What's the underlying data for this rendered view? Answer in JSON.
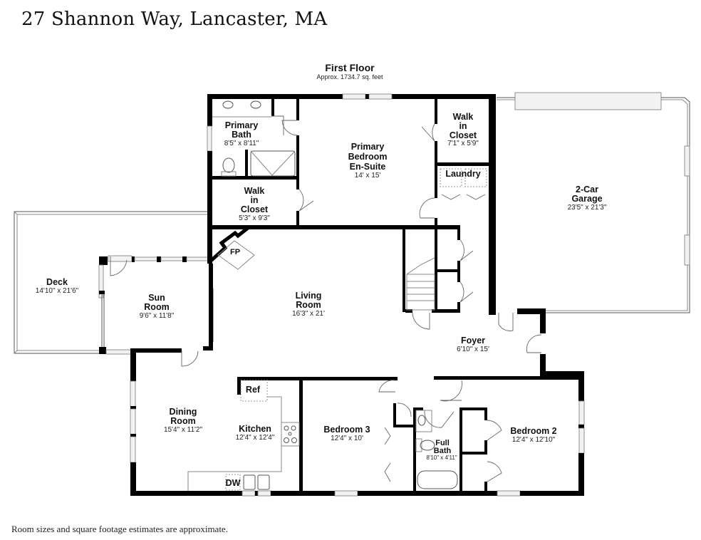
{
  "header": {
    "address": "27 Shannon Way, Lancaster, MA"
  },
  "floor": {
    "title": "First Floor",
    "area": "Approx. 1734.7 sq. feet"
  },
  "rooms": {
    "primary_bath": {
      "name_lines": [
        "Primary",
        "Bath"
      ],
      "dims": "8'5\" x 8'11\""
    },
    "primary_bedroom": {
      "name_lines": [
        "Primary",
        "Bedroom",
        "En-Suite"
      ],
      "dims": "14' x 15'"
    },
    "walk_in_closet_1": {
      "name_lines": [
        "Walk",
        "in",
        "Closet"
      ],
      "dims": "7'1\" x 5'9\""
    },
    "laundry": {
      "name_lines": [
        "Laundry"
      ],
      "dims": ""
    },
    "garage": {
      "name_lines": [
        "2-Car",
        "Garage"
      ],
      "dims": "23'5\" x 21'3\""
    },
    "walk_in_closet_2": {
      "name_lines": [
        "Walk",
        "in",
        "Closet"
      ],
      "dims": "5'3\" x 9'3\""
    },
    "deck": {
      "name_lines": [
        "Deck"
      ],
      "dims": "14'10\" x 21'6\""
    },
    "sun_room": {
      "name_lines": [
        "Sun",
        "Room"
      ],
      "dims": "9'6\" x 11'8\""
    },
    "living_room": {
      "name_lines": [
        "Living",
        "Room"
      ],
      "dims": "16'3\" x 21'"
    },
    "foyer": {
      "name_lines": [
        "Foyer"
      ],
      "dims": "6'10\" x 15'"
    },
    "dining_room": {
      "name_lines": [
        "Dining",
        "Room"
      ],
      "dims": "15'4\" x 11'2\""
    },
    "kitchen": {
      "name_lines": [
        "Kitchen"
      ],
      "dims": "12'4\" x 12'4\""
    },
    "bedroom_3": {
      "name_lines": [
        "Bedroom 3"
      ],
      "dims": "12'4\" x 10'"
    },
    "full_bath": {
      "name_lines": [
        "Full",
        "Bath"
      ],
      "dims": "8'10\" x 4'11\""
    },
    "bedroom_2": {
      "name_lines": [
        "Bedroom 2"
      ],
      "dims": "12'4\" x 12'10\""
    }
  },
  "fixtures": {
    "fireplace": "FP",
    "refrigerator": "Ref",
    "dishwasher": "DW"
  },
  "footer": {
    "note": "Room sizes and square footage estimates are approximate."
  }
}
